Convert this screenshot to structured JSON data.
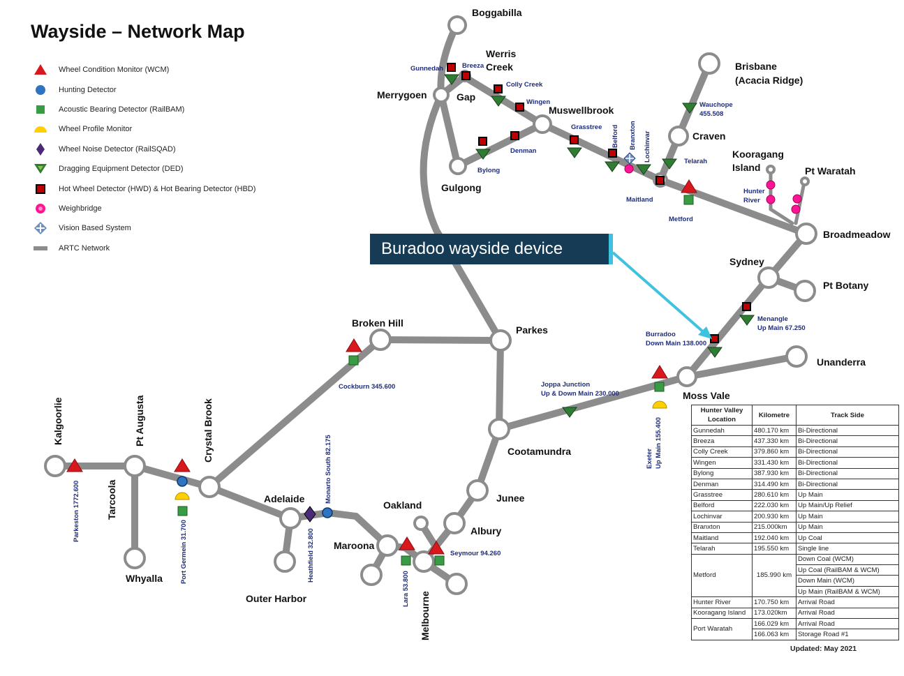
{
  "title": "Wayside – Network Map",
  "legend": [
    {
      "label": "Wheel Condition Monitor (WCM)",
      "icon": "red-triangle-icon"
    },
    {
      "label": "Hunting Detector",
      "icon": "blue-circle-icon"
    },
    {
      "label": "Acoustic Bearing Detector (RailBAM)",
      "icon": "green-square-icon"
    },
    {
      "label": "Wheel Profile Monitor",
      "icon": "yellow-semicircle-icon"
    },
    {
      "label": "Wheel Noise Detector (RailSQAD)",
      "icon": "purple-diamond-icon"
    },
    {
      "label": "Dragging Equipment Detector (DED)",
      "icon": "green-down-triangle-icon"
    },
    {
      "label": "Hot Wheel Detector (HWD) & Hot Bearing Detector (HBD)",
      "icon": "red-square-icon"
    },
    {
      "label": "Weighbridge",
      "icon": "pink-circle-icon"
    },
    {
      "label": "Vision Based System",
      "icon": "vision-diamond-icon"
    },
    {
      "label": "ARTC Network",
      "icon": "grey-line-icon"
    }
  ],
  "colors": {
    "track": "#8c8c8c",
    "callout_bg": "#163b55",
    "arrow": "#3fc1e0",
    "wcm": "#d9181e",
    "hwd": "#c00000",
    "ded": "#2e7d32",
    "hunting": "#2f74c0",
    "weighbridge": "#ff1493",
    "label_blue": "#1f2d7a"
  },
  "callout": "Buradoo wayside device",
  "nodes": {
    "boggabilla": "Boggabilla",
    "werris_creek": "Werris\nCreek",
    "merrygoen": "Merrygoen",
    "gap": "Gap",
    "muswellbrook": "Muswellbrook",
    "gulgong": "Gulgong",
    "brisbane": "Brisbane\n(Acacia Ridge)",
    "craven": "Craven",
    "kooragang_island": "Kooragang\nIsland",
    "pt_waratah": "Pt Waratah",
    "broadmeadow": "Broadmeadow",
    "sydney": "Sydney",
    "pt_botany": "Pt Botany",
    "unanderra": "Unanderra",
    "moss_vale": "Moss Vale",
    "broken_hill": "Broken Hill",
    "parkes": "Parkes",
    "cootamundra": "Cootamundra",
    "junee": "Junee",
    "albury": "Albury",
    "oakland": "Oakland",
    "melbourne": "Melbourne",
    "maroona": "Maroona",
    "adelaide": "Adelaide",
    "outer_harbor": "Outer Harbor",
    "crystal_brook": "Crystal Brook",
    "pt_augusta": "Pt Augusta",
    "whyalla": "Whyalla",
    "tarcoola": "Tarcoola",
    "kalgoorlie": "Kalgoorlie"
  },
  "site_labels": {
    "gunnedah": "Gunnedah",
    "breeza": "Breeza",
    "colly_creek": "Colly Creek",
    "wingen": "Wingen",
    "bylong": "Bylong",
    "denman": "Denman",
    "grasstree": "Grasstree",
    "belford": "Belford",
    "branxton": "Branxton",
    "lochinvar": "Lochinvar",
    "telarah": "Telarah",
    "maitland": "Maitland",
    "metford": "Metford",
    "wauchope": "Wauchope\n455.508",
    "hunter_river": "Hunter\nRiver",
    "menangle": "Menangle\nUp Main 67.250",
    "burradoo": "Burradoo\nDown Main  138.000",
    "joppa": "Joppa Junction\nUp  & Down Main  230.000",
    "exeter": "Exeter\nUp Main 155.400",
    "cockburn": "Cockburn 345.600",
    "seymour": "Seymour 94.260",
    "lara": "Lara 53.800",
    "monarto": "Monarto South 82.175",
    "heathfield": "Heathfield 32.800",
    "port_germein": "Port Germein 31.700",
    "parkeston": "Parkeston 1772.600"
  },
  "table": {
    "headers": [
      "Hunter Valley Location",
      "Kilometre",
      "Track Side"
    ],
    "rows": [
      {
        "loc": "Gunnedah",
        "km": "480.170 km",
        "side": "Bi-Directional"
      },
      {
        "loc": "Breeza",
        "km": "437.330 km",
        "side": "Bi-Directional"
      },
      {
        "loc": "Colly Creek",
        "km": "379.860 km",
        "side": "Bi-Directional"
      },
      {
        "loc": "Wingen",
        "km": "331.430 km",
        "side": "Bi-Directional"
      },
      {
        "loc": "Bylong",
        "km": "387.930 km",
        "side": "Bi-Directional"
      },
      {
        "loc": "Denman",
        "km": "314.490 km",
        "side": "Bi-Directional"
      },
      {
        "loc": "Grasstree",
        "km": "280.610 km",
        "side": "Up Main"
      },
      {
        "loc": "Belford",
        "km": "222.030 km",
        "side": "Up Main/Up Relief"
      },
      {
        "loc": "Lochinvar",
        "km": "200.930 km",
        "side": "Up Main"
      },
      {
        "loc": "Branxton",
        "km": "215.000km",
        "side": "Up Main"
      },
      {
        "loc": "Maitland",
        "km": "192.040 km",
        "side": "Up Coal"
      },
      {
        "loc": "Telarah",
        "km": "195.550 km",
        "side": "Single line"
      }
    ],
    "metford": {
      "loc": "Metford",
      "km": "185.990 km",
      "sides": [
        "Down Coal (WCM)",
        "Up Coal (RailBAM & WCM)",
        "Down Main (WCM)",
        "Up Main (RailBAM & WCM)"
      ]
    },
    "rows_after": [
      {
        "loc": "Hunter River",
        "km": "170.750 km",
        "side": "Arrival Road"
      },
      {
        "loc": "Kooragang Island",
        "km": "173.020km",
        "side": "Arrival Road"
      }
    ],
    "port_waratah": {
      "loc": "Port Waratah",
      "kms": [
        "166.029 km",
        "166.063 km"
      ],
      "sides": [
        "Arrival Road",
        "Storage Road #1"
      ]
    }
  },
  "updated": "Updated: May 2021"
}
